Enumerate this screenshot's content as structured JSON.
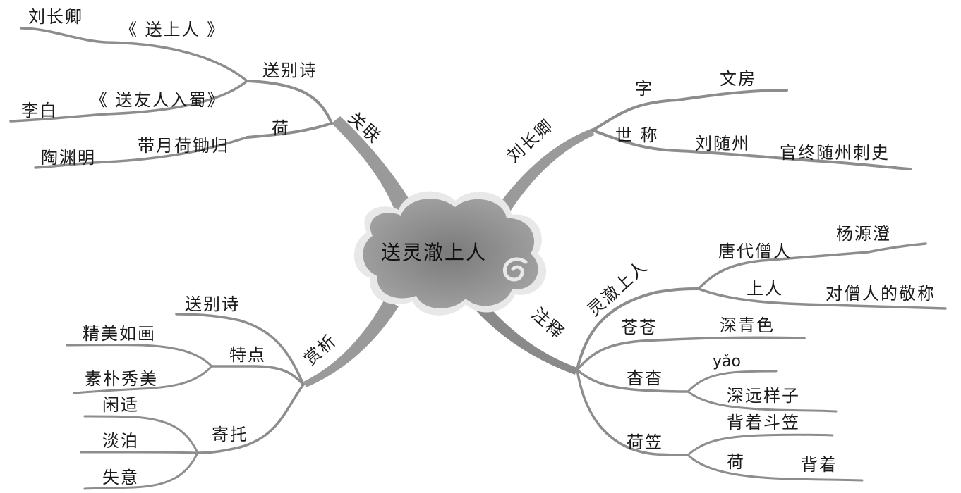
{
  "center": {
    "label": "送灵澈上人"
  },
  "branches": {
    "guanlian": {
      "label": "关联",
      "songbieshi": {
        "label": "送别诗",
        "sub1": {
          "label": "《 送上人 》",
          "author": "刘长卿"
        },
        "sub2": {
          "label": "《 送友人入蜀》",
          "author": "李白"
        }
      },
      "he": {
        "label": "荷",
        "line": "带月荷锄归",
        "author": "陶渊明"
      }
    },
    "liuchangqing": {
      "label": "刘长卿",
      "zi": {
        "label": "字",
        "value": "文房"
      },
      "shicheng": {
        "label": "世 称",
        "value": "刘随州",
        "note": "官终随州刺史"
      }
    },
    "zhushi": {
      "label": "注释",
      "lingche": {
        "label": "灵澈上人",
        "tangdai": {
          "label": "唐代僧人",
          "value": "杨源澄"
        },
        "shangren": {
          "label": "上人",
          "value": "对僧人的敬称"
        }
      },
      "cangcang": {
        "label": "苍苍",
        "value": "深青色"
      },
      "yaoyao": {
        "label": "杳杳",
        "pinyin": "yǎo",
        "value": "深远样子"
      },
      "heli": {
        "label": "荷笠",
        "value": "背着斗笠",
        "he": {
          "label": "荷",
          "value": "背着"
        }
      }
    },
    "shangxi": {
      "label": "赏析",
      "songbieshi": {
        "label": "送别诗"
      },
      "tedian": {
        "label": "特点",
        "items": [
          "精美如画",
          "素朴秀美"
        ]
      },
      "jituo": {
        "label": "寄托",
        "items": [
          "闲适",
          "淡泊",
          "失意"
        ]
      }
    }
  }
}
